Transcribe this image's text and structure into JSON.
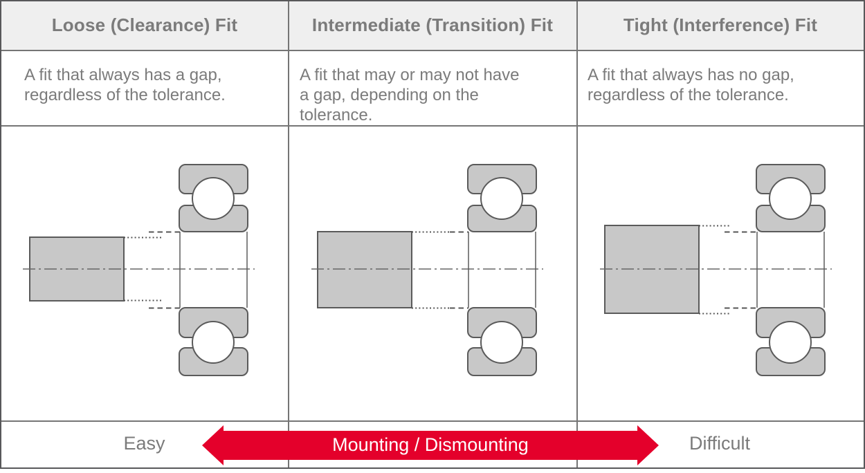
{
  "columns": [
    {
      "title": "Loose (Clearance) Fit",
      "description": "A fit that always has a gap,\nregardless of the tolerance."
    },
    {
      "title": "Intermediate (Transition) Fit",
      "description": "A fit that may or may not have\na gap, depending on the\ntolerance."
    },
    {
      "title": "Tight (Interference) Fit",
      "description": "A fit that always has no gap,\nregardless of the tolerance."
    }
  ],
  "footer": {
    "left_label": "Easy",
    "arrow_label": "Mounting / Dismounting",
    "right_label": "Difficult"
  },
  "icons": {
    "arrow": "double-headed-horizontal-arrow"
  },
  "colors": {
    "accent_red": "#e4002b",
    "shape_fill": "#c8c8c8",
    "shape_stroke": "#5a5a5a",
    "header_bg": "#efefef",
    "text_gray": "#7b7b7b",
    "grid_line": "#757575",
    "outer_border": "#58585a",
    "arrow_text": "#ffffff"
  }
}
